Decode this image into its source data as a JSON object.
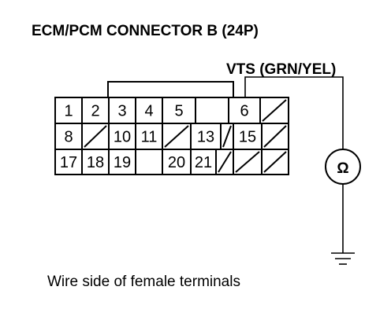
{
  "title": "ECM/PCM CONNECTOR B (24P)",
  "wire_label": "VTS (GRN/YEL)",
  "meter_symbol": "Ω",
  "caption": "Wire side of female terminals",
  "terminals": [
    {
      "row": 0,
      "col": 0,
      "label": "1"
    },
    {
      "row": 0,
      "col": 1,
      "label": "2"
    },
    {
      "row": 0,
      "col": 2,
      "label": "3"
    },
    {
      "row": 0,
      "col": 3,
      "label": "4"
    },
    {
      "row": 0,
      "col": 4,
      "label": "5"
    },
    {
      "row": 0,
      "col": 5,
      "label": ""
    },
    {
      "row": 0,
      "col": 6,
      "label": "6",
      "highlight": true
    },
    {
      "row": 0,
      "col": 7,
      "label": "/"
    },
    {
      "row": 1,
      "col": 0,
      "label": "8"
    },
    {
      "row": 1,
      "col": 1,
      "label": "/"
    },
    {
      "row": 1,
      "col": 2,
      "label": "10"
    },
    {
      "row": 1,
      "col": 3,
      "label": "11"
    },
    {
      "row": 1,
      "col": 4,
      "label": "/"
    },
    {
      "row": 1,
      "col": 5,
      "label": "13"
    },
    {
      "row": 1,
      "col": 6,
      "label": "/"
    },
    {
      "row": 1,
      "col": 7,
      "label": "15"
    },
    {
      "row": 1,
      "col": 8,
      "label": "/"
    },
    {
      "row": 2,
      "col": 0,
      "label": "17"
    },
    {
      "row": 2,
      "col": 1,
      "label": "18"
    },
    {
      "row": 2,
      "col": 2,
      "label": "19"
    },
    {
      "row": 2,
      "col": 4,
      "label": "20"
    },
    {
      "row": 2,
      "col": 5,
      "label": "21"
    },
    {
      "row": 2,
      "col": 6,
      "label": "/"
    },
    {
      "row": 2,
      "col": 7,
      "label": "/"
    },
    {
      "row": 2,
      "col": 8,
      "label": "/"
    }
  ]
}
